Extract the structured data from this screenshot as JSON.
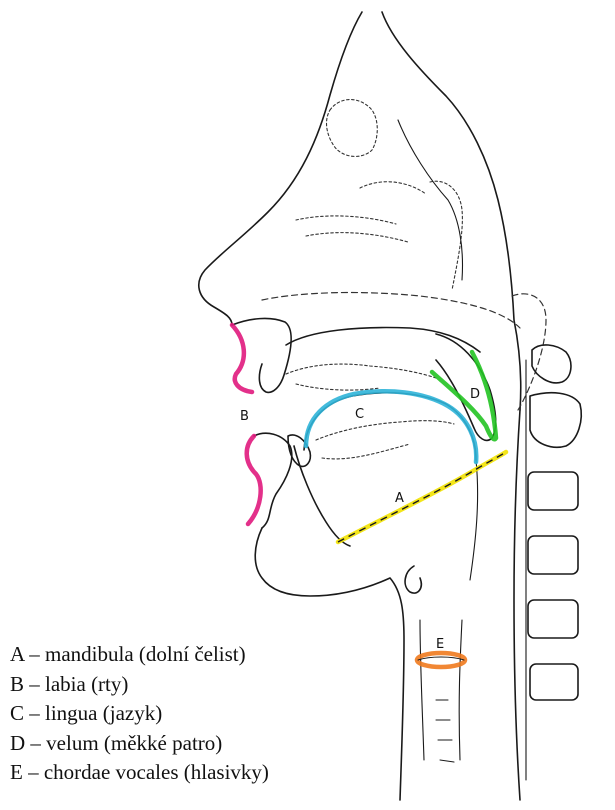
{
  "diagram": {
    "labels": {
      "A": "A",
      "B": "B",
      "C": "C",
      "D": "D",
      "E": "E"
    },
    "highlight_colors": {
      "A": "#f2e200",
      "B": "#e0197d",
      "C": "#2fb4d8",
      "D": "#22c322",
      "E": "#f07a1e"
    }
  },
  "legend": {
    "items": [
      "A – mandibula (dolní čelist)",
      "B – labia (rty)",
      "C – lingua (jazyk)",
      "D – velum (měkké patro)",
      "E – chordae vocales (hlasivky)"
    ]
  }
}
